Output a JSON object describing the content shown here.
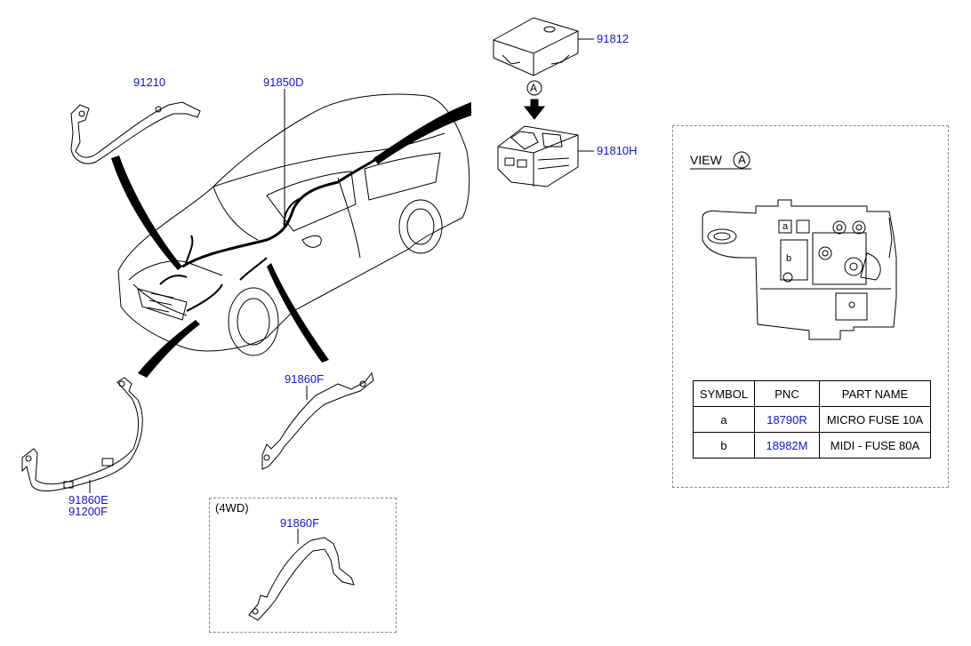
{
  "callouts": {
    "c91812": "91812",
    "c91810H": "91810H",
    "c91210": "91210",
    "c91850D": "91850D",
    "c91860F_main": "91860F",
    "c91860E": "91860E",
    "c91200F": "91200F",
    "c91860F_4wd": "91860F",
    "arrow_marker": "A"
  },
  "view_panel": {
    "title": "VIEW",
    "marker": "A",
    "fuse_slot_a": "a",
    "fuse_slot_b": "b"
  },
  "inset_4wd": {
    "label": "(4WD)"
  },
  "parts_table": {
    "headers": [
      "SYMBOL",
      "PNC",
      "PART NAME"
    ],
    "rows": [
      {
        "symbol": "a",
        "pnc": "18790R",
        "part_name": "MICRO FUSE 10A"
      },
      {
        "symbol": "b",
        "pnc": "18982M",
        "part_name": "MIDI - FUSE 80A"
      }
    ]
  },
  "colors": {
    "part_number": "#1414c8",
    "line": "#000000",
    "dashed_border": "#8a8a8a"
  }
}
